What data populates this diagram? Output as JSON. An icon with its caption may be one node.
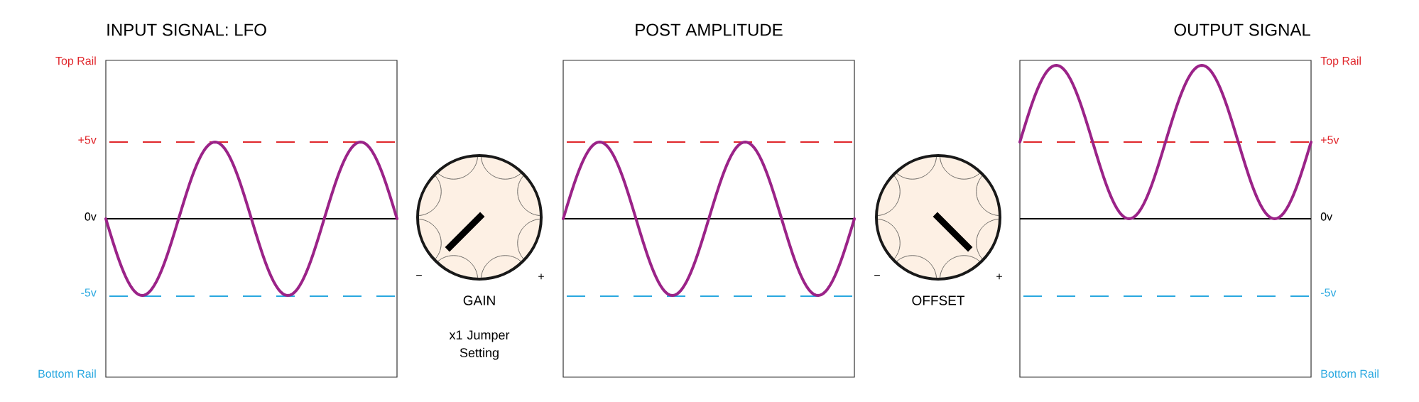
{
  "diagram": {
    "nodes": [
      {
        "text": [
          "INPUT SIGNAL: LFO"
        ]
      },
      {
        "text": [
          "GAIN"
        ],
        "beside": [
          "x1 Jumper Setting"
        ]
      },
      {
        "text": [
          "POST AMPLITUDE"
        ]
      },
      {
        "text": [
          "OFFSET"
        ]
      },
      {
        "text": [
          "OUTPUT SIGNAL"
        ]
      }
    ],
    "labels": [
      "Top Rail",
      "+5v",
      "0v",
      "-5v",
      "Bottom Rail",
      "−",
      "+",
      "−",
      "+",
      "Top Rail",
      "+5v",
      "0v",
      "-5v",
      "Bottom Rail"
    ]
  }
}
